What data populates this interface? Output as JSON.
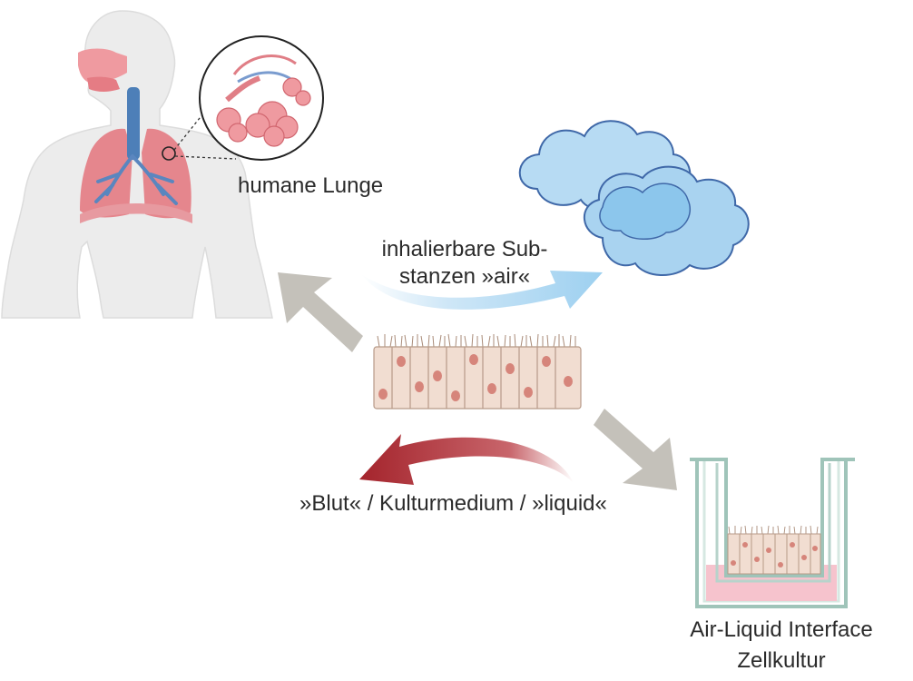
{
  "labels": {
    "lung": "humane Lunge",
    "inhalable_line1": "inhalierbare Sub-",
    "inhalable_line2": "stanzen »air«",
    "blood": "»Blut« / Kulturmedium / »liquid«",
    "ali_line1": "Air-Liquid Interface",
    "ali_line2": "Zellkultur"
  },
  "colors": {
    "gray_arrow": "#c4c1ba",
    "air_arrow": "#a9d6f2",
    "liquid_arrow": "#a4242c",
    "cloud_fill": "#a9d3f0",
    "cloud_stroke": "#3f68a8",
    "lung_red": "#e07e86",
    "trachea_blue": "#4d7fb8",
    "cell_fill": "#f1ddd1",
    "nucleus": "#d6857b",
    "medium_pink": "#f6c3cd",
    "insert_green": "#b7d3cb"
  }
}
